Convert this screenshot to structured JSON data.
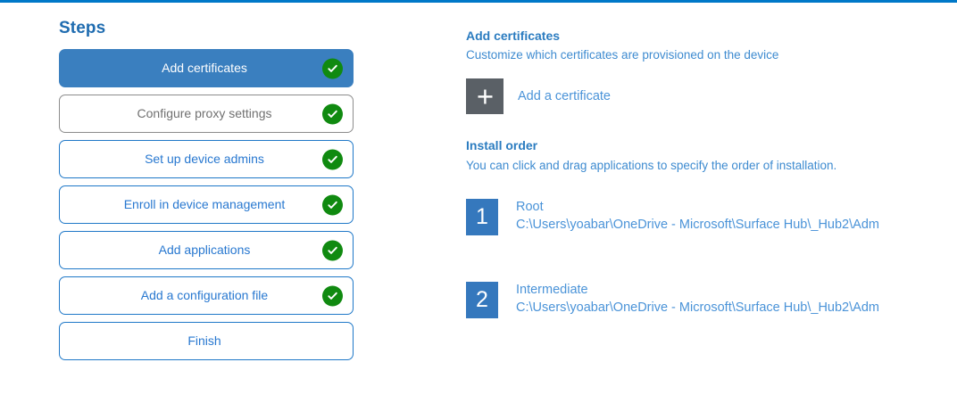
{
  "theme": {
    "accent_blue": "#0078c8",
    "link_blue": "#4a93d8",
    "active_step_blue": "#3a7fbf",
    "badge_blue": "#3578bd",
    "check_green": "#108a10",
    "plus_grey": "#5a6066",
    "muted_grey": "#707070"
  },
  "steps_pane": {
    "title": "Steps",
    "items": [
      {
        "label": "Add certificates",
        "state": "active",
        "completed": true,
        "check_icon": "check-circle-icon"
      },
      {
        "label": "Configure proxy settings",
        "state": "muted",
        "completed": true,
        "check_icon": "check-circle-icon"
      },
      {
        "label": "Set up device admins",
        "state": "default",
        "completed": true,
        "check_icon": "check-circle-icon"
      },
      {
        "label": "Enroll in device management",
        "state": "default",
        "completed": true,
        "check_icon": "check-circle-icon"
      },
      {
        "label": "Add applications",
        "state": "default",
        "completed": true,
        "check_icon": "check-circle-icon"
      },
      {
        "label": "Add a configuration file",
        "state": "default",
        "completed": true,
        "check_icon": "check-circle-icon"
      },
      {
        "label": "Finish",
        "state": "default",
        "completed": false,
        "check_icon": ""
      }
    ]
  },
  "detail_pane": {
    "heading": "Add certificates",
    "subheading": "Customize which certificates are provisioned on the device",
    "add_certificate": {
      "icon": "plus-icon",
      "label": "Add a certificate"
    },
    "install_order": {
      "heading": "Install order",
      "subheading": "You can click and drag applications to specify the order of installation.",
      "items": [
        {
          "number": "1",
          "name": "Root",
          "path": "C:\\Users\\yoabar\\OneDrive - Microsoft\\Surface Hub\\_Hub2\\Adm"
        },
        {
          "number": "2",
          "name": "Intermediate",
          "path": "C:\\Users\\yoabar\\OneDrive - Microsoft\\Surface Hub\\_Hub2\\Adm"
        }
      ]
    }
  }
}
